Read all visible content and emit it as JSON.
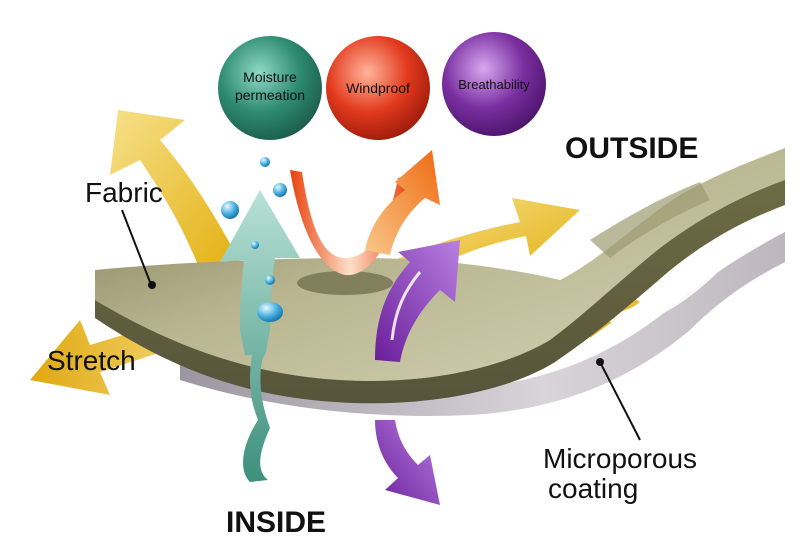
{
  "labels": {
    "outside": "OUTSIDE",
    "inside": "INSIDE",
    "fabric": "Fabric",
    "stretch": "Stretch",
    "microporous_line1": "Microporous",
    "microporous_line2": "coating"
  },
  "bubbles": [
    {
      "line1": "Moisture",
      "line2": "permeation",
      "color": "#2e8b72"
    },
    {
      "line1": "Windproof",
      "line2": "",
      "color": "#e23a1e"
    },
    {
      "line1": "Breathability",
      "line2": "",
      "color": "#7a2fa0"
    }
  ],
  "colors": {
    "fabric": "#8a875a",
    "coating": "#c9c3c9",
    "stretch_arrow": "#f0c020",
    "moisture_arrow": "#5fa896",
    "wind_arrow": "#f07a20",
    "breath_arrow": "#8a3fc0",
    "droplet": "#4ab0e0"
  }
}
